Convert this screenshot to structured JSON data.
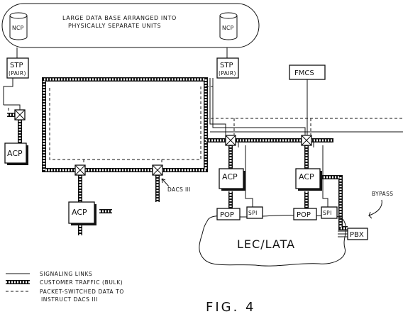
{
  "database": {
    "label_line1": "LARGE DATA BASE ARRANGED INTO",
    "label_line2": "PHYSICALLY SEPARATE UNITS",
    "ncp_left": "NCP",
    "ncp_right": "NCP"
  },
  "stp_left": {
    "line1": "STP",
    "line2": "(PAIR)"
  },
  "stp_right": {
    "line1": "STP",
    "line2": "(PAIR)"
  },
  "fmcs": "FMCS",
  "acp_labels": [
    "ACP",
    "ACP",
    "ACP",
    "ACP"
  ],
  "dacs_label": "DACS III",
  "pop_labels": [
    "POP",
    "POP"
  ],
  "spi_labels": [
    "SPI",
    "SPI"
  ],
  "lec_lata": "LEC/LATA",
  "pbx": "PBX",
  "bypass": "BYPASS",
  "legend": {
    "signaling": "SIGNALING LINKS",
    "customer": "CUSTOMER TRAFFIC (BULK)",
    "packet_line1": "PACKET-SWITCHED DATA TO",
    "packet_line2": "INSTRUCT DACS III"
  },
  "figure_label": "FIG. 4"
}
